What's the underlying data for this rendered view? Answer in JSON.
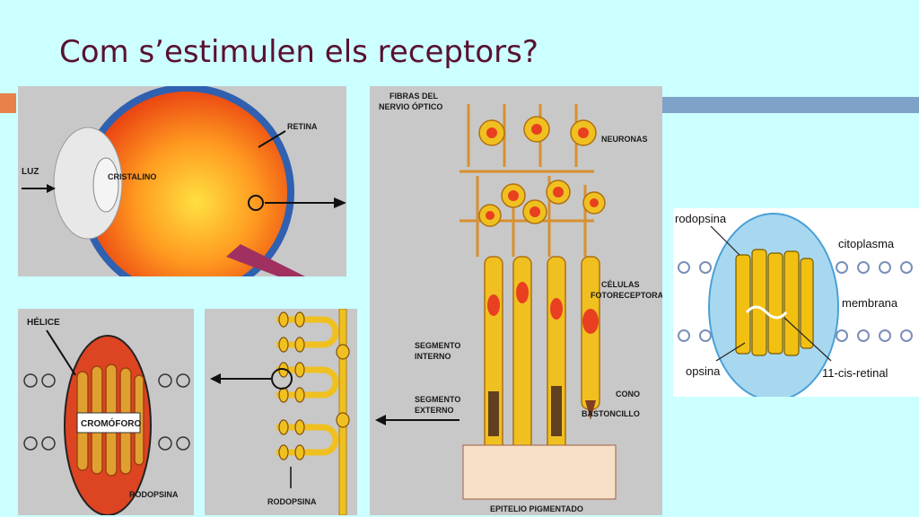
{
  "slide": {
    "title": "Com s’estimulen els receptors?"
  },
  "eye": {
    "light": "LUZ",
    "lens": "CRISTALINO",
    "retina": "RETINA"
  },
  "membrane": {
    "helix": "HÉLICE",
    "chromophore": "CROMÓFORO",
    "rhodopsin": "RODOPSINA"
  },
  "stack": {
    "rhodopsin": "RODOPSINA"
  },
  "retina_layers": {
    "optic_fibers_1": "FIBRAS DEL",
    "optic_fibers_2": "NERVIO ÓPTICO",
    "neurons": "NEURONAS",
    "photoreceptors_1": "CÉLULAS",
    "photoreceptors_2": "FOTORECEPTORAS",
    "inner_1": "SEGMENTO",
    "inner_2": "INTERNO",
    "outer_1": "SEGMENTO",
    "outer_2": "EXTERNO",
    "cone": "CONO",
    "rod": "BASTONCILLO",
    "epithelium": "EPITELIO PIGMENTADO"
  },
  "protein": {
    "rhodopsin": "rodopsina",
    "cytoplasm": "citoplasma",
    "membrane": "membrana",
    "opsin": "opsina",
    "retinal": "11-cis-retinal"
  }
}
